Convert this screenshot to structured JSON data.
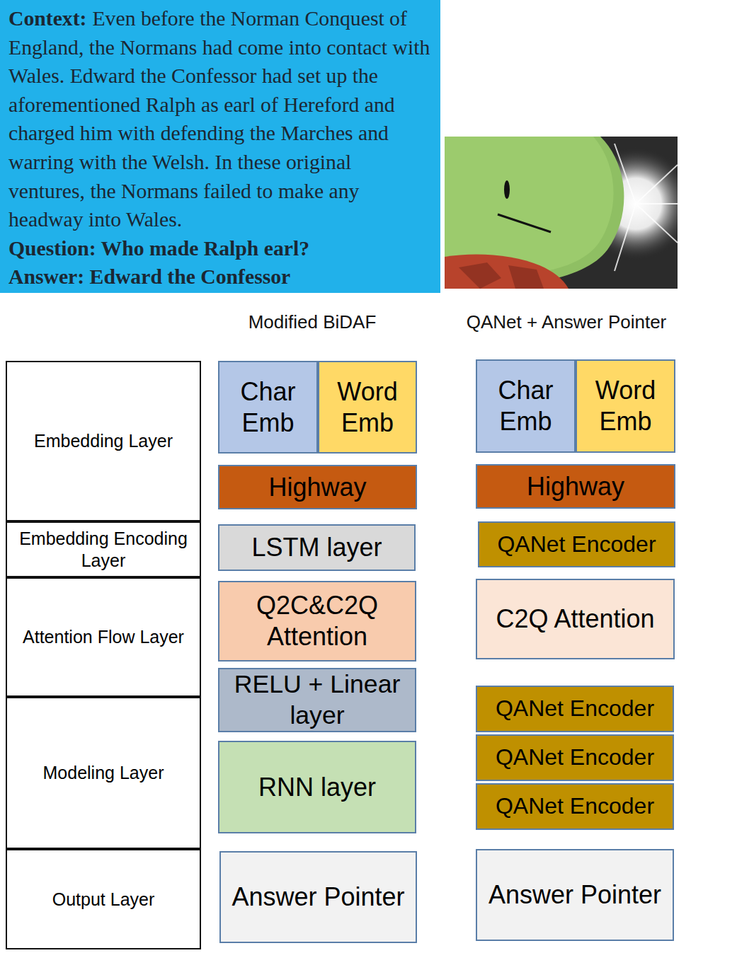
{
  "diagram": {
    "nodes": [
      {
        "text": [
          "Context:",
          "Even before the Norman Conquest of England, the Normans had come into contact with Wales. Edward the Confessor had set up the aforementioned Ralph as earl of Hereford and charged him with defending the Marches and warring with the Welsh. In these original ventures, the Normans failed to make any headway into Wales.",
          "Question: Who made Ralph earl?",
          "Answer: Edward the Confessor"
        ]
      },
      {
        "text": [
          "Embedding Layer"
        ]
      },
      {
        "text": [
          "Embedding Encoding Layer"
        ]
      },
      {
        "text": [
          "Attention Flow Layer"
        ]
      },
      {
        "text": [
          "Modeling Layer"
        ]
      },
      {
        "text": [
          "Output Layer"
        ]
      },
      {
        "text": [
          "Char Emb"
        ]
      },
      {
        "text": [
          "Word Emb"
        ]
      },
      {
        "text": [
          "Highway"
        ]
      },
      {
        "text": [
          "LSTM layer"
        ]
      },
      {
        "text": [
          "Q2C&C2Q Attention"
        ]
      },
      {
        "text": [
          "RELU + Linear layer"
        ]
      },
      {
        "text": [
          "RNN layer"
        ]
      },
      {
        "text": [
          "Answer Pointer"
        ]
      },
      {
        "text": [
          "Char Emb"
        ]
      },
      {
        "text": [
          "Word Emb"
        ]
      },
      {
        "text": [
          "Highway"
        ]
      },
      {
        "text": [
          "QANet Encoder"
        ]
      },
      {
        "text": [
          "C2Q Attention"
        ]
      },
      {
        "text": [
          "QANet Encoder"
        ]
      },
      {
        "text": [
          "QANet Encoder"
        ]
      },
      {
        "text": [
          "QANet Encoder"
        ]
      },
      {
        "text": [
          "Answer Pointer"
        ]
      }
    ],
    "labels": [
      "Modified BiDAF",
      "QANet + Answer Pointer"
    ]
  }
}
